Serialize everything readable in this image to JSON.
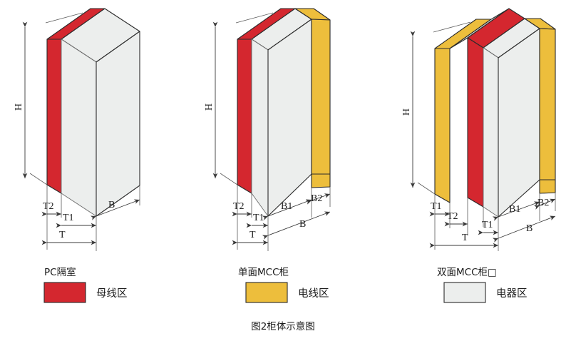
{
  "figure": {
    "caption": "图2柜体示意图",
    "colors": {
      "busbar_red": "#D4272F",
      "wire_yellow": "#EDBE3C",
      "equipment_gray": "#ECEEED",
      "outline": "#2b2b2b",
      "dimension": "#3a3a3a",
      "text": "#1b1b1b",
      "background": "#ffffff"
    }
  },
  "cabinets": [
    {
      "id": "pc-compartment",
      "title": "PC隔室",
      "dimensions": {
        "height": "H",
        "depth_total": "T",
        "depth_front": "T1",
        "depth_back": "T2",
        "width_total": "B"
      },
      "zones": [
        "母线区",
        "电器区"
      ]
    },
    {
      "id": "single-sided-mcc",
      "title": "单面MCC柜",
      "dimensions": {
        "height": "H",
        "depth_total": "T",
        "depth_front": "T1",
        "depth_back": "T2",
        "width_total": "B",
        "width_part1": "B1",
        "width_part2": "B2"
      },
      "zones": [
        "母线区",
        "电器区",
        "电线区"
      ]
    },
    {
      "id": "double-sided-mcc",
      "title": "双面MCC柜□",
      "dimensions": {
        "height": "H",
        "depth_total": "T",
        "depth_left": "T1",
        "depth_middle": "T2",
        "depth_right": "T1",
        "width_total": "B",
        "width_part1": "B1",
        "width_part2": "B2"
      },
      "zones": [
        "电线区",
        "母线区",
        "电器区",
        "电线区"
      ]
    }
  ],
  "legend": [
    {
      "id": "busbar",
      "label": "母线区",
      "color": "#D4272F"
    },
    {
      "id": "wire",
      "label": "电线区",
      "color": "#EDBE3C"
    },
    {
      "id": "equipment",
      "label": "电器区",
      "color": "#ECEEED"
    }
  ]
}
